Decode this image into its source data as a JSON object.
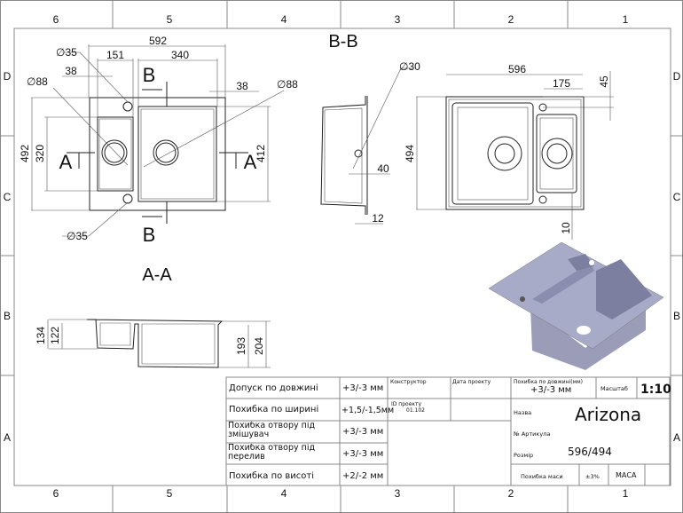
{
  "grid": {
    "columns": [
      "6",
      "5",
      "4",
      "3",
      "2",
      "1"
    ],
    "rows": [
      "D",
      "C",
      "B",
      "A"
    ]
  },
  "views": {
    "top_left": {
      "dims": {
        "total_width": "592",
        "small_bowl": "151",
        "large_bowl": "340",
        "offset_left": "38",
        "offset_right": "38",
        "hole_top": "∅35",
        "hole_bottom": "∅35",
        "drain_left": "∅88",
        "drain_right": "∅88",
        "height_total": "492",
        "height_small": "320",
        "height_large": "412"
      },
      "section_marks": {
        "b_top": "B",
        "b_bottom": "B",
        "a_left": "A",
        "a_right": "A"
      }
    },
    "section_bb": {
      "title": "B-B",
      "hole": "∅30",
      "dim_40": "40",
      "dim_12": "12"
    },
    "top_right": {
      "width": "596",
      "offset": "175",
      "dim_45": "45",
      "height": "494",
      "dim_10": "10"
    },
    "section_aa": {
      "title": "A-A",
      "dim_134": "134",
      "dim_122": "122",
      "dim_193": "193",
      "dim_204": "204"
    }
  },
  "tolerances": [
    {
      "label": "Допуск по довжині",
      "value": "+3/-3 мм"
    },
    {
      "label": "Похибка по ширині",
      "value": "+1,5/-1,5мм"
    },
    {
      "label": "Похибка отвору під змішувач",
      "value": "+3/-3 мм"
    },
    {
      "label": "Похибка отвору під перелив",
      "value": "+3/-3 мм"
    },
    {
      "label": "Похибка по висоті",
      "value": "+2/-2 мм"
    }
  ],
  "title_block": {
    "designer_label": "Конструктор",
    "date_label": "Дата проекту",
    "project_id_label": "ID проекту",
    "project_id": "01.102",
    "length_tol_label": "Похибка по довжині(мм)",
    "length_tol": "+3/-3 мм",
    "scale_label": "Масштаб",
    "scale": "1:10",
    "name_label": "Назва",
    "name": "Arizona",
    "article_label": "№ Артикула",
    "size_label": "Розмір",
    "size": "596/494",
    "mass_tol_label": "Похибка маси",
    "mass_tol": "±3%",
    "mass_label": "МАСА"
  }
}
